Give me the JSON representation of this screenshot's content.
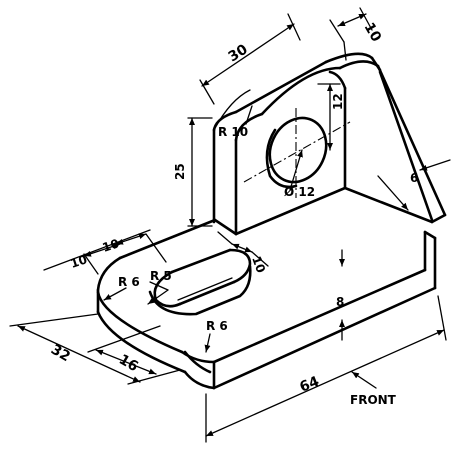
{
  "dimensions": {
    "d30": "30",
    "d10_top": "10",
    "d12_hole_height": "12",
    "r10": "R 10",
    "d25": "25",
    "dia12": "Ø 12",
    "d6_rib": "6",
    "d10_left_a": "10",
    "d10_left_b": "10",
    "r6_left": "R 6",
    "r5": "R 5",
    "d10_slot": "10",
    "d8": "8",
    "r6_bottom": "R 6",
    "d32": "32",
    "d16": "16",
    "d64": "64"
  },
  "labels": {
    "front": "FRONT"
  }
}
